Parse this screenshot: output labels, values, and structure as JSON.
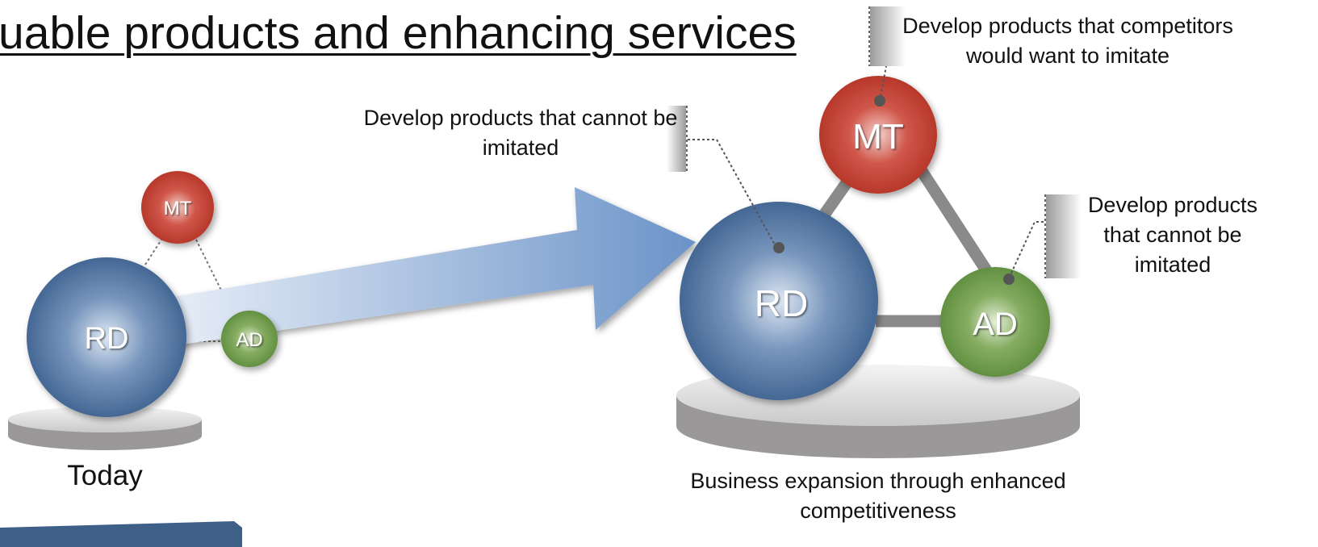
{
  "title": "uable products and enhancing services",
  "today": {
    "label": "Today",
    "nodes": {
      "rd": "RD",
      "mt": "MT",
      "ad": "AD"
    }
  },
  "future": {
    "caption": "Business expansion through enhanced competitiveness",
    "nodes": {
      "rd": "RD",
      "mt": "MT",
      "ad": "AD"
    },
    "callouts": {
      "mt": "Develop products that competitors would want to imitate",
      "rd": "Develop products that cannot be imitated",
      "ad": "Develop products that cannot be imitated"
    }
  },
  "colors": {
    "rd": "#3d6290",
    "mt": "#b83527",
    "ad": "#5e8a3d",
    "arrow": "#6d95c9",
    "platform": "#9a9898",
    "footer_bar": "#3e5f87"
  }
}
